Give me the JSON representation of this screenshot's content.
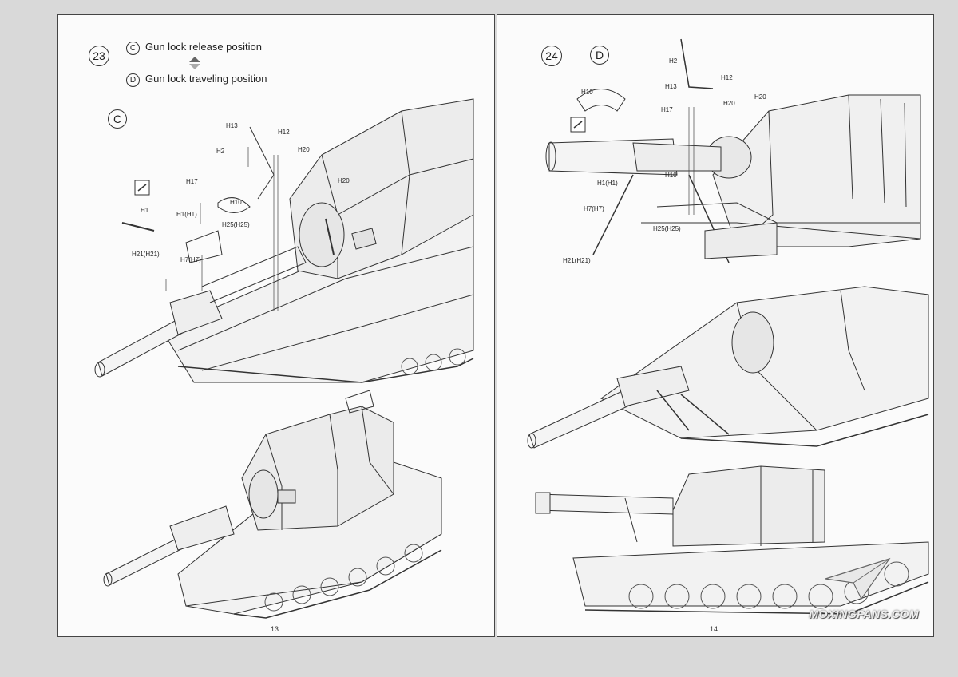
{
  "left_page": {
    "step": "23",
    "notes": [
      {
        "letter": "C",
        "text": "Gun lock release position"
      },
      {
        "letter": "D",
        "text": "Gun lock traveling position"
      }
    ],
    "view_letter": "C",
    "page_number": "13",
    "parts": [
      "H13",
      "H12",
      "H2",
      "H20",
      "H20",
      "H17",
      "H10",
      "H1",
      "H1(H1)",
      "H25(H25)",
      "H21(H21)",
      "H7(H7)"
    ]
  },
  "right_page": {
    "step": "24",
    "view_letter": "D",
    "page_number": "14",
    "parts": [
      "H2",
      "H12",
      "H13",
      "H10",
      "H20",
      "H20",
      "H17",
      "H10",
      "H1(H1)",
      "H7(H7)",
      "H25(H25)",
      "H21(H21)"
    ]
  },
  "watermark": "MOXINGFANS.COM"
}
